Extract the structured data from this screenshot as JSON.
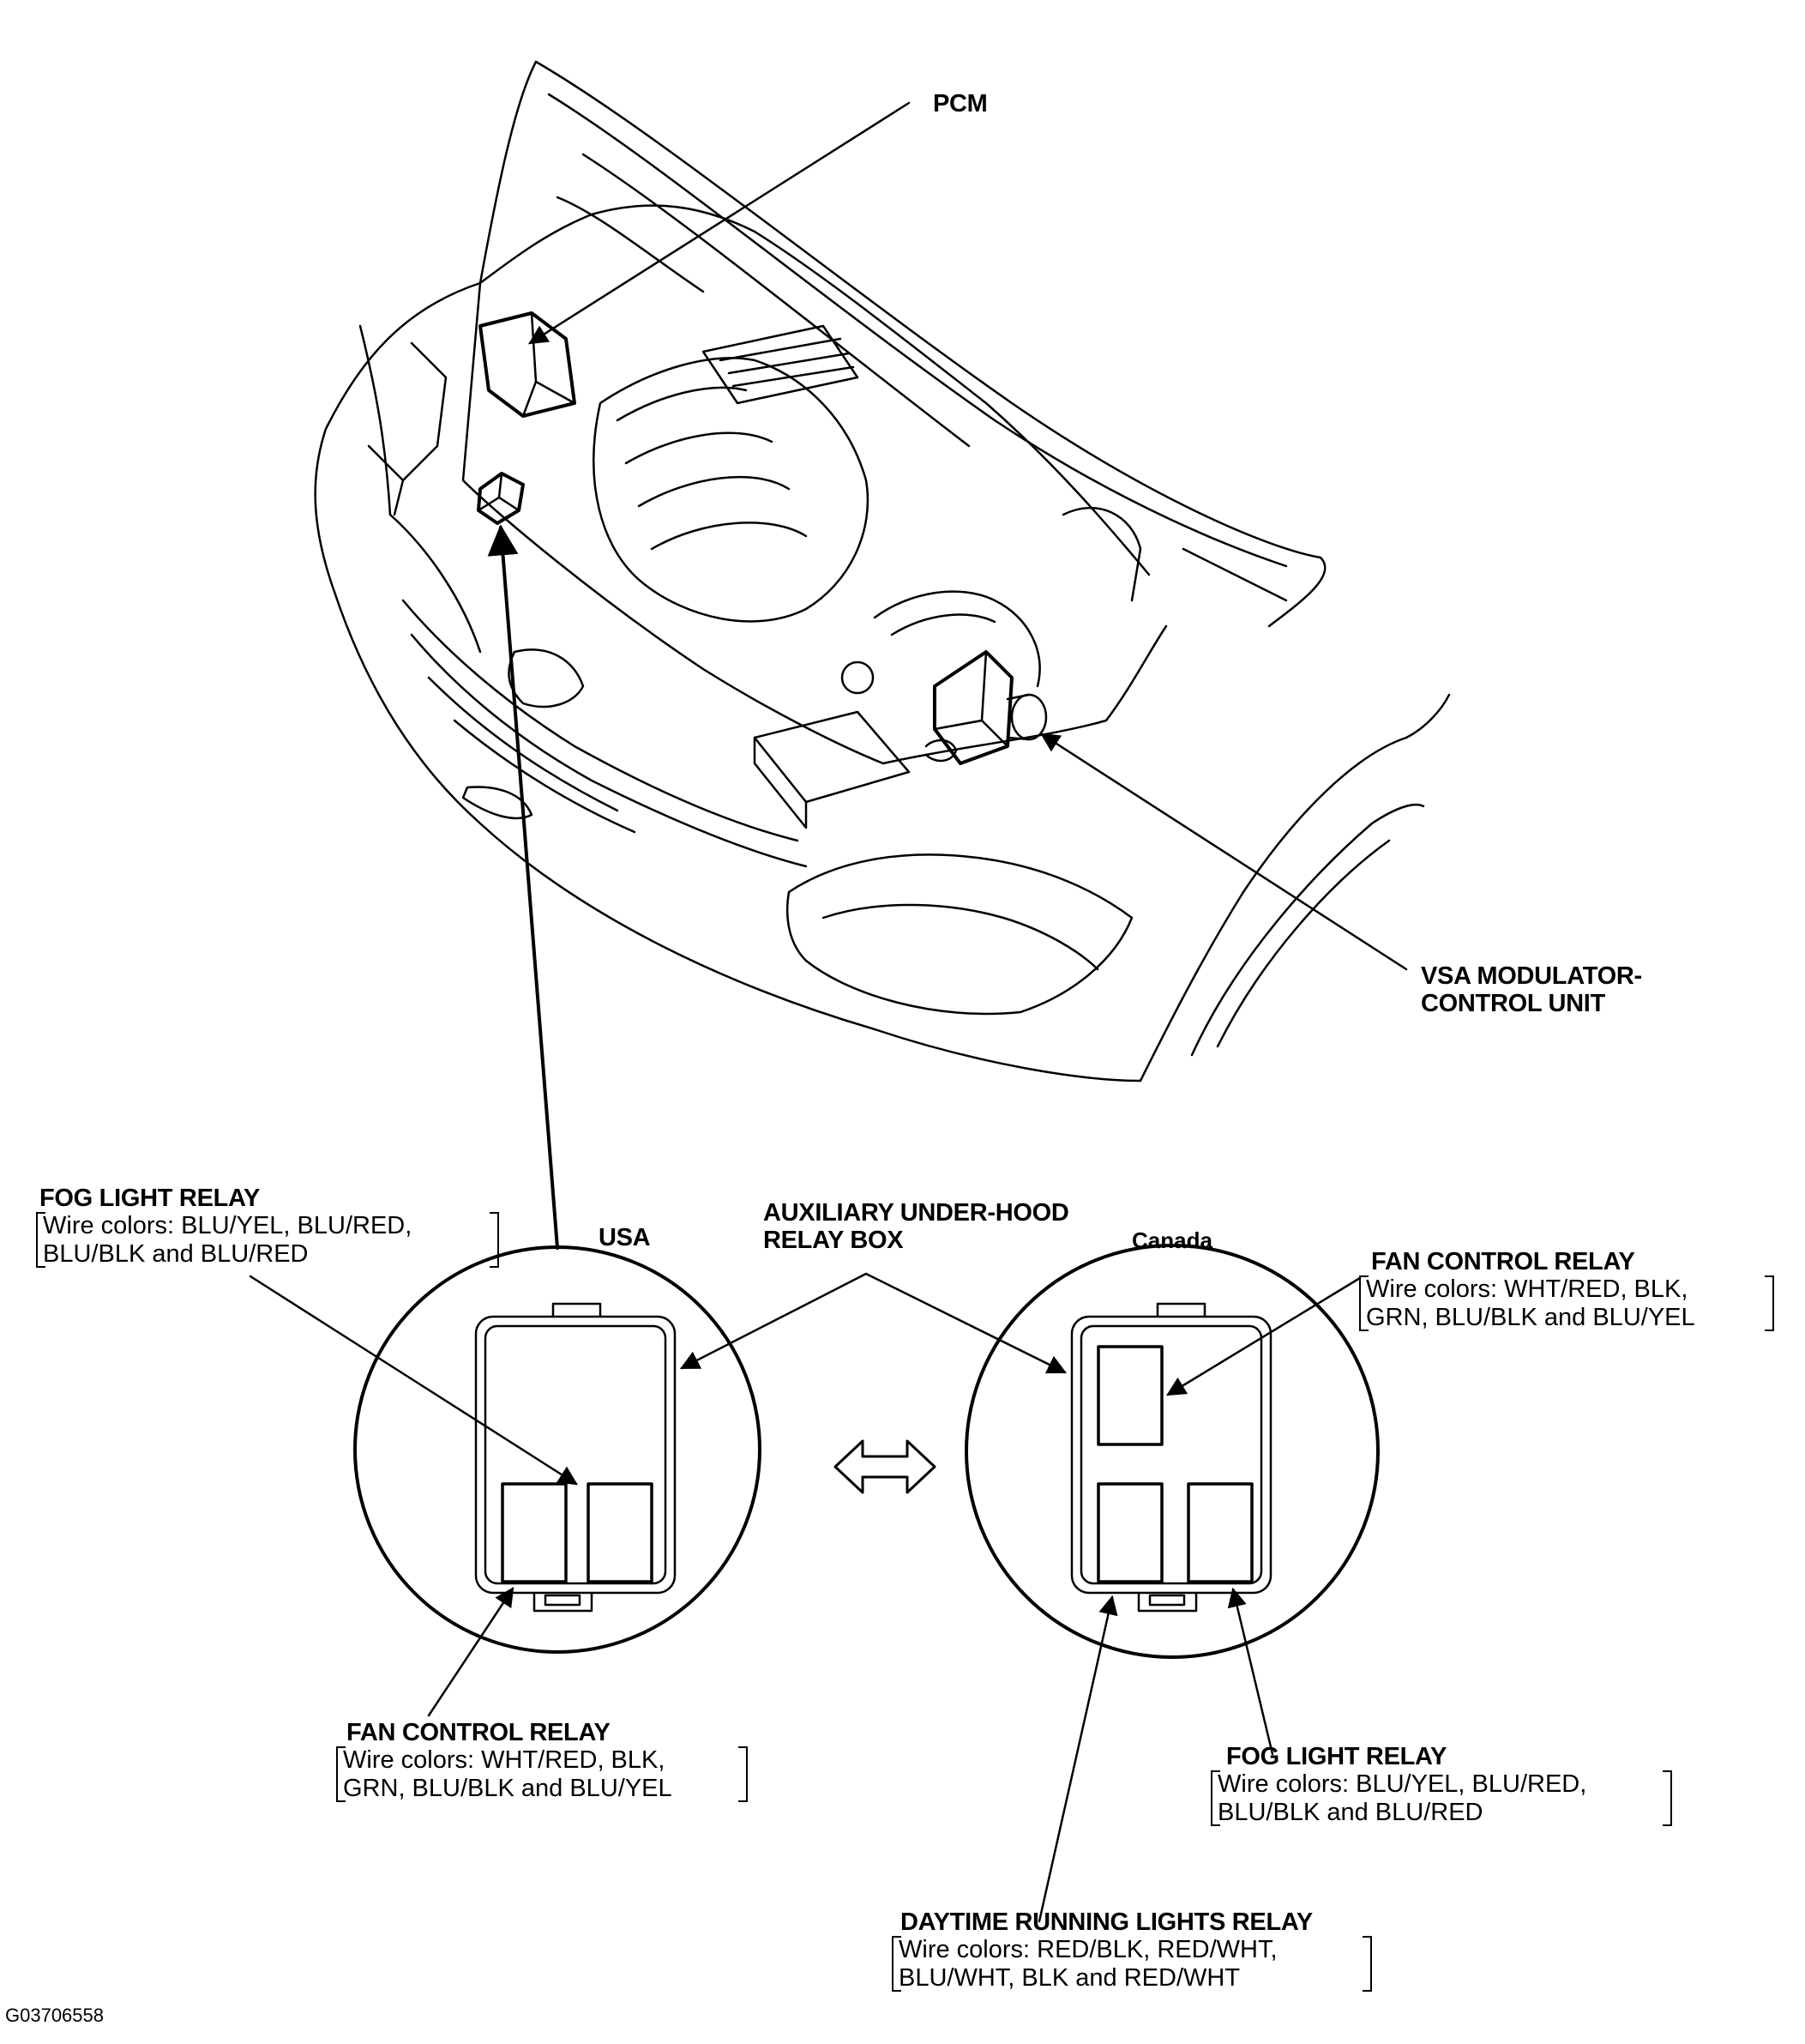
{
  "labels": {
    "pcm": "PCM",
    "vsa_line1": "VSA MODULATOR-",
    "vsa_line2": "CONTROL UNIT",
    "usa": "USA",
    "canada": "Canada",
    "aux_line1": "AUXILIARY UNDER-HOOD",
    "aux_line2": "RELAY BOX",
    "figure_code": "G03706558"
  },
  "callouts": {
    "fog_usa": {
      "title": "FOG LIGHT RELAY",
      "wire1": "Wire colors: BLU/YEL, BLU/RED,",
      "wire2": "BLU/BLK and BLU/RED"
    },
    "fan_usa": {
      "title": "FAN CONTROL RELAY",
      "wire1": "Wire colors: WHT/RED, BLK,",
      "wire2": "GRN, BLU/BLK and BLU/YEL"
    },
    "fan_canada": {
      "title": "FAN CONTROL RELAY",
      "wire1": "Wire colors: WHT/RED, BLK,",
      "wire2": "GRN, BLU/BLK and BLU/YEL"
    },
    "fog_canada": {
      "title": "FOG LIGHT RELAY",
      "wire1": "Wire colors: BLU/YEL, BLU/RED,",
      "wire2": "BLU/BLK and BLU/RED"
    },
    "drl_canada": {
      "title": "DAYTIME RUNNING LIGHTS RELAY",
      "wire1": "Wire colors: RED/BLK, RED/WHT,",
      "wire2": "BLU/WHT, BLK and RED/WHT"
    }
  }
}
